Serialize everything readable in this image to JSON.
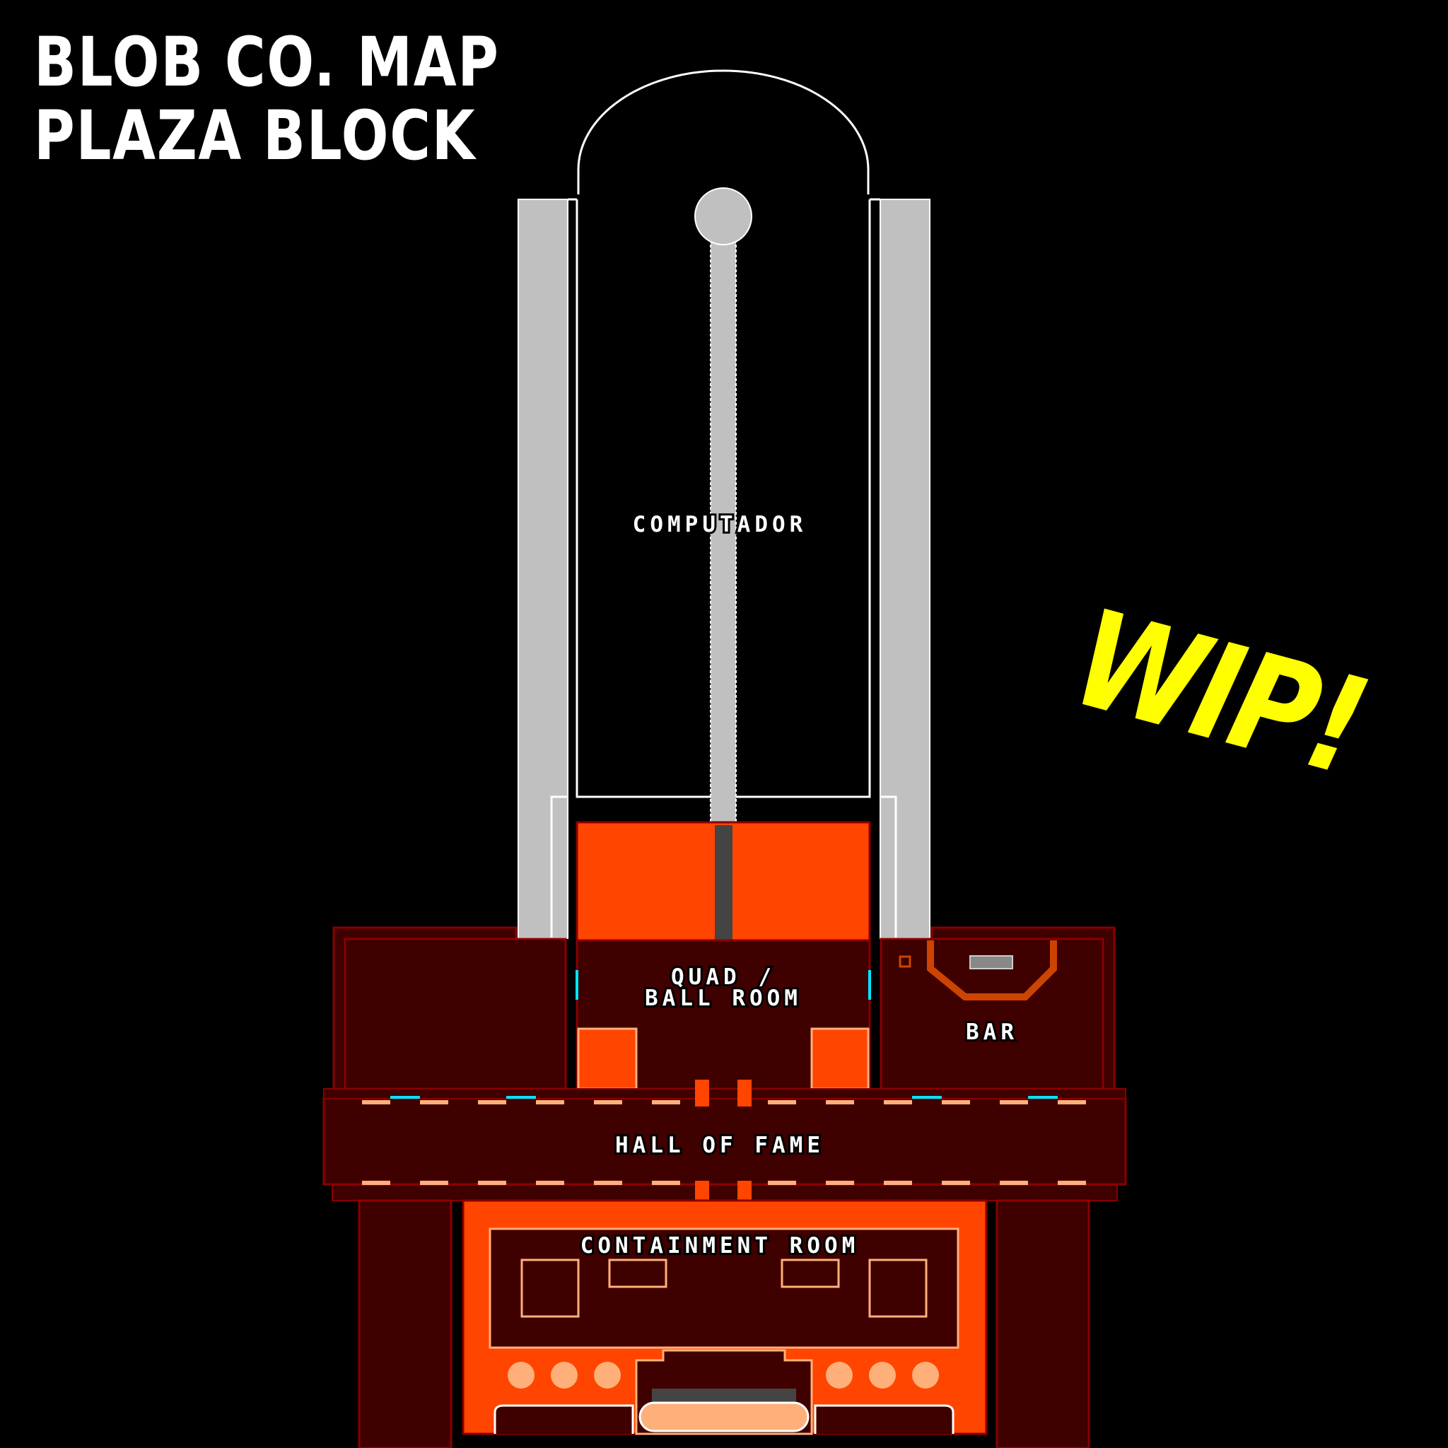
{
  "header": {
    "title_line1": "BLOB CO. MAP",
    "title_line2": "PLAZA BLOCK"
  },
  "badge": {
    "wip": "WIP!"
  },
  "rooms": {
    "computador": "Computador",
    "quad_line1": "Quad /",
    "quad_line2": "Ball room",
    "bar": "Bar",
    "hall": "Hall of fame",
    "containment": "Containment room"
  },
  "colors": {
    "background": "#000000",
    "pillar": "#c0c0c0",
    "wall": "#3f0000",
    "wall_edge": "#8a0000",
    "floor_orange": "#ff4500",
    "accent_peach": "#ffb07a",
    "door_cyan": "#00e5ff",
    "wip_yellow": "#ffff00"
  }
}
